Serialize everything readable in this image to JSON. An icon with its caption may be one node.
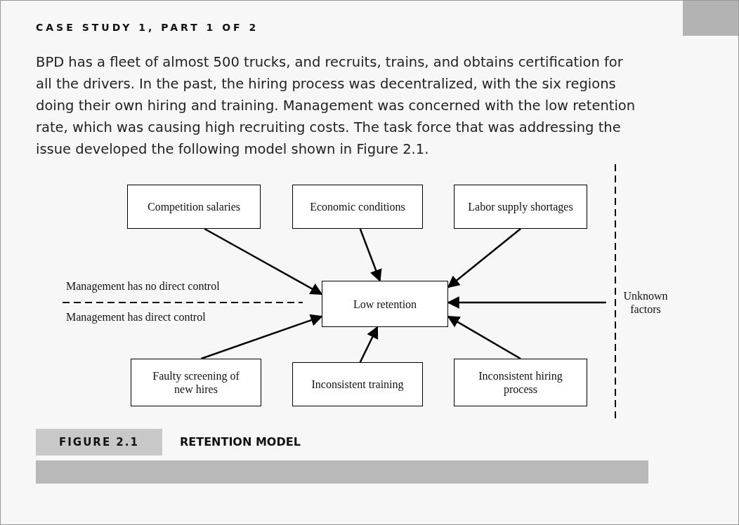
{
  "diagram": {
    "title": "CASE STUDY 1, PART 1 OF 2",
    "nodes": [
      {
        "text": [
          "Competition salaries"
        ]
      },
      {
        "text": [
          "Economic conditions"
        ]
      },
      {
        "text": [
          "Labor supply shortages"
        ]
      },
      {
        "text": [
          "Low retention"
        ]
      },
      {
        "text": [
          "Faulty screening of new hires"
        ]
      },
      {
        "text": [
          "Inconsistent training"
        ]
      },
      {
        "text": [
          "Inconsistent hiring process"
        ]
      },
      {
        "text": [
          "Unknown factors"
        ]
      }
    ],
    "edges": [
      {
        "from": 0,
        "to": 3,
        "arrow": "to"
      },
      {
        "from": 1,
        "to": 3,
        "arrow": "to"
      },
      {
        "from": 2,
        "to": 3,
        "arrow": "to"
      },
      {
        "from": 4,
        "to": 3,
        "arrow": "to"
      },
      {
        "from": 5,
        "to": 3,
        "arrow": "to"
      },
      {
        "from": 6,
        "to": 3,
        "arrow": "to"
      },
      {
        "from": 7,
        "to": 3,
        "arrow": "to"
      }
    ],
    "labels": [
      "BPD has a fleet of almost 500 trucks, and recruits, trains, and obtains certification for all the drivers. In the past, the hiring process was decentralized, with the six regions doing their own hiring and training. Management was concerned with the low retention rate, which was causing high recruiting costs. The task force that was addressing the issue developed the following model shown in Figure 2.1.",
      "Management has no direct control",
      "Management has direct control",
      "FIGURE 2.1",
      "RETENTION MODEL"
    ]
  }
}
